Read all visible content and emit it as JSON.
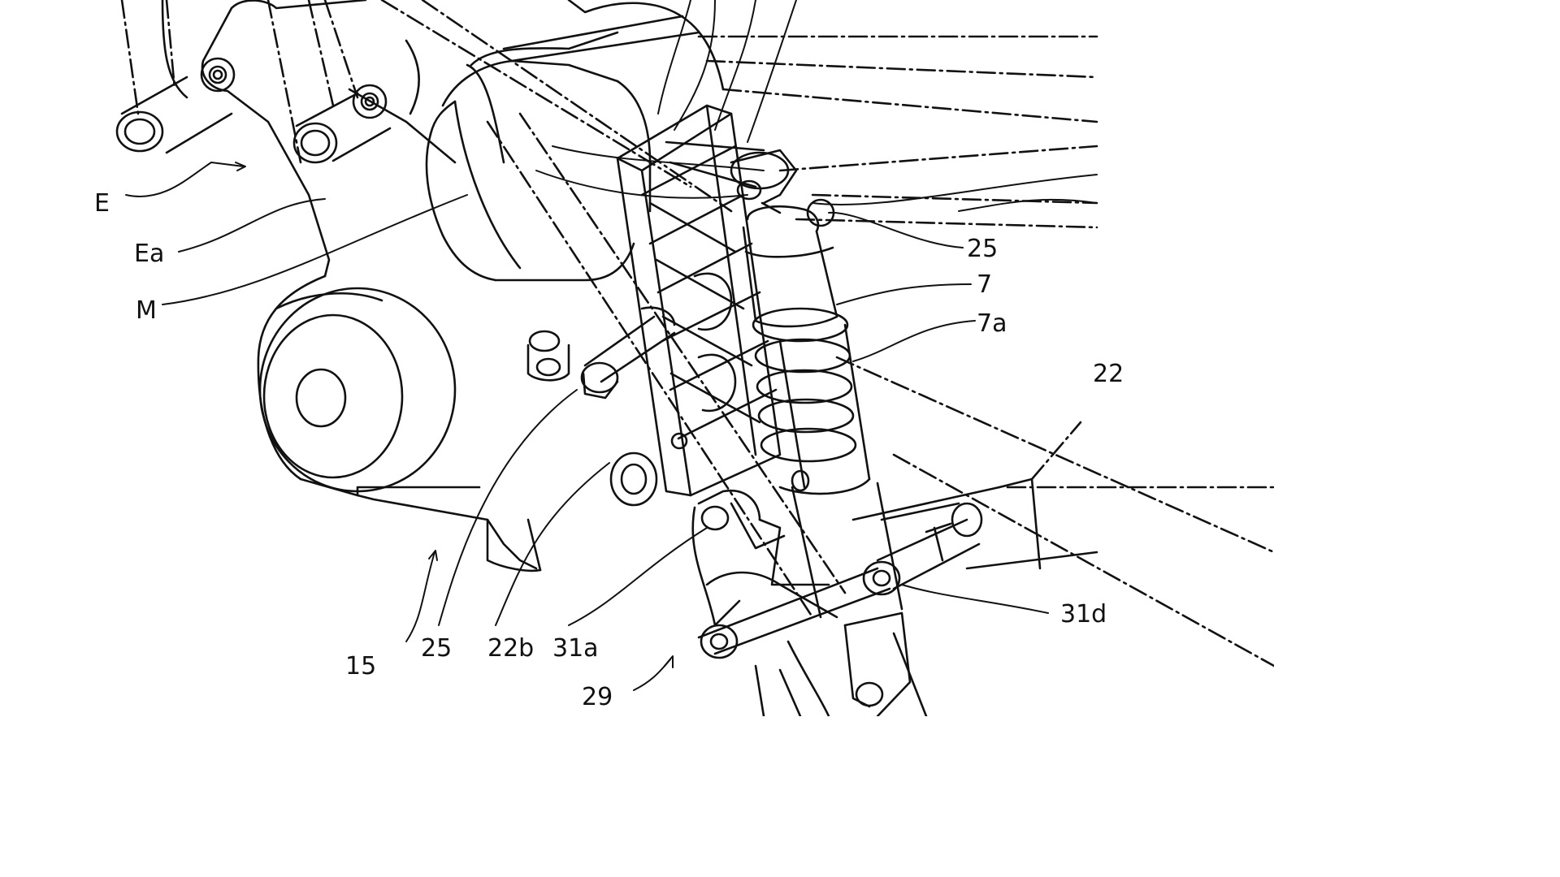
{
  "colors": {
    "line": "#111111",
    "background": "#ffffff"
  },
  "labels": {
    "E": "E",
    "Ea": "Ea",
    "M": "M",
    "n15": "15",
    "n25_bottom": "25",
    "n22b": "22b",
    "n31a": "31a",
    "n29": "29",
    "n25_right": "25",
    "n7": "7",
    "n7a": "7a",
    "n22": "22",
    "n31d": "31d"
  }
}
